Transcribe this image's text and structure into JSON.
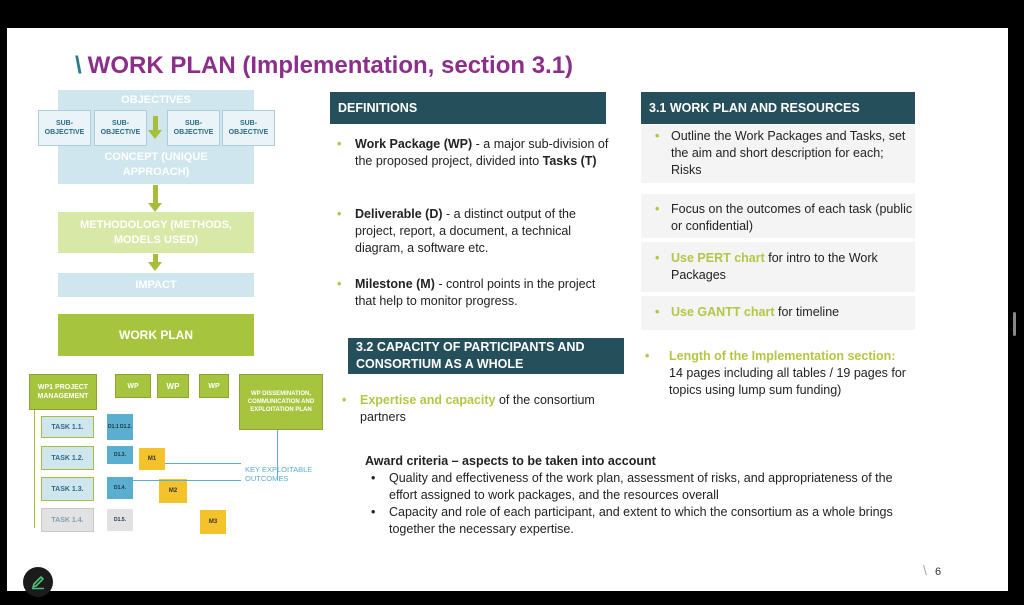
{
  "title": {
    "slash": "\\",
    "text": "WORK PLAN (Implementation, section 3.1)"
  },
  "diagram": {
    "objectives": "OBJECTIVES",
    "sub_objective": "SUB-OBJECTIVE",
    "concept": "CONCEPT (UNIQUE APPROACH)",
    "methodology": "METHODOLOGY (METHODS, MODELS USED)",
    "impact": "IMPACT",
    "work_plan": "WORK PLAN",
    "wp1": "WP1 PROJECT MANAGEMENT",
    "wp": "WP",
    "wp_dissemination": "WP DISSEMINATION, COMMUNICATION AND EXPLOITATION PLAN",
    "tasks": [
      "TASK 1.1.",
      "TASK 1.2.",
      "TASK 1.3.",
      "TASK 1.4."
    ],
    "deliverables": [
      "D1.1 D1.2.",
      "D1.3.",
      "D1.4.",
      "D1.5."
    ],
    "milestones": [
      "M1",
      "M2",
      "M3"
    ],
    "key_outcomes": "KEY EXPLOITABLE OUTCOMES"
  },
  "definitions": {
    "header": "DEFINITIONS",
    "items": [
      {
        "term": "Work Package (WP)",
        "text": " - a major sub-division of the proposed project, divided into ",
        "term2": "Tasks (T)"
      },
      {
        "term": "Deliverable (D)",
        "text": " - a distinct output of the project, report, a document, a technical diagram, a software etc."
      },
      {
        "term": "Milestone (M)",
        "text": " - control points in the project that help to monitor progress."
      }
    ]
  },
  "capacity": {
    "header": "3.2 CAPACITY OF PARTICIPANTS AND CONSORTIUM AS A WHOLE",
    "highlight": "Expertise and capacity",
    "text": " of the consortium partners"
  },
  "resources": {
    "header": "3.1 WORK PLAN AND RESOURCES",
    "items": [
      {
        "text": "Outline the Work Packages and Tasks, set the aim and short description for each; Risks"
      },
      {
        "text": "Focus on the outcomes of each task (public or confidential)"
      },
      {
        "highlight": "Use PERT chart",
        "text": " for intro to the Work Packages"
      },
      {
        "highlight": "Use GANTT chart",
        "text": " for timeline"
      }
    ],
    "length_highlight": "Length of the Implementation section:",
    "length_text": "14 pages including all tables / 19 pages for topics using lump sum funding)"
  },
  "award": {
    "title": "Award criteria – aspects to be taken into account",
    "items": [
      "Quality and effectiveness of the work plan, assessment of risks, and appropriateness of the effort assigned to work packages, and the resources overall",
      "Capacity and role of each participant, and extent to which the consortium as a whole brings together the necessary expertise."
    ]
  },
  "page_number": "6",
  "colors": {
    "title": "#8b2f8b",
    "header_bg": "#264f5c",
    "accent_green": "#b5c644",
    "diagram_green": "#a6c43d",
    "diagram_blue": "#5aaed0"
  },
  "icons": {
    "pencil": "pencil-icon"
  }
}
